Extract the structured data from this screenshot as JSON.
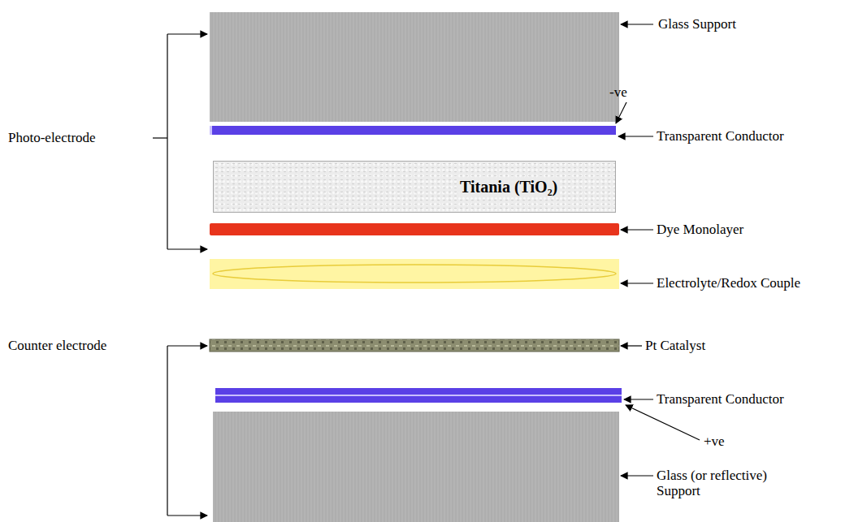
{
  "diagram": {
    "nodes": [
      {
        "text": [
          "Titania (TiO₂)"
        ]
      }
    ],
    "labels": [
      "Glass Support",
      "-ve",
      "Transparent Conductor",
      "Dye Monolayer",
      "Electrolyte/Redox Couple",
      "Pt Catalyst",
      "Transparent Conductor",
      "+ve",
      "Glass (or reflective) Support",
      "Photo-electrode",
      "Counter electrode"
    ]
  }
}
